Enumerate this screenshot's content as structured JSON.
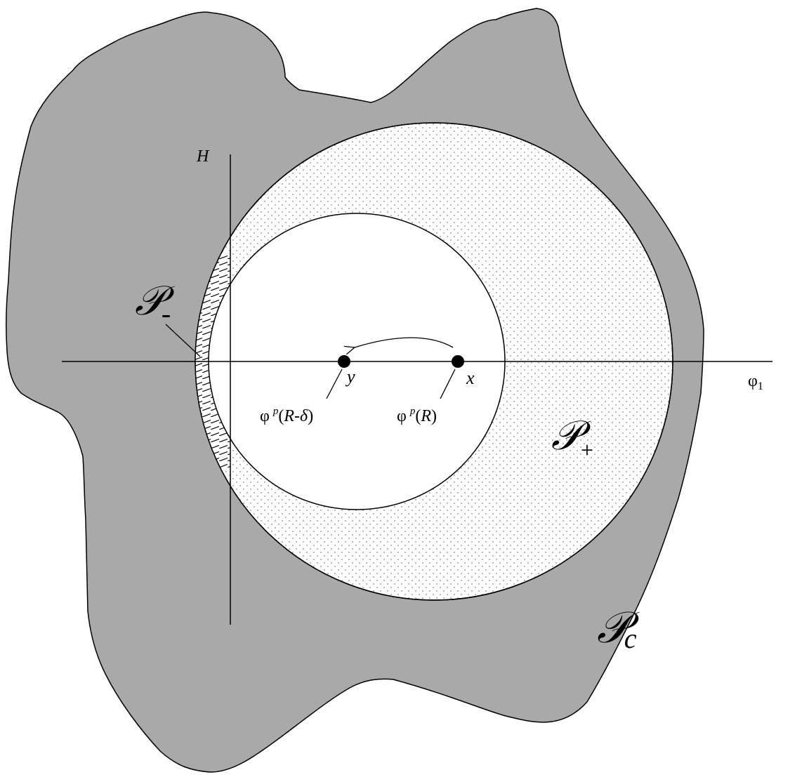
{
  "diagram": {
    "colors": {
      "outer_region": "#a9a9a9",
      "outline": "#000000",
      "dots": "#8a8a8a",
      "inner_disk": "#ffffff"
    },
    "labels": {
      "axis_vertical": "H",
      "axis_horizontal_base": "φ",
      "axis_horizontal_sub": "1",
      "point_y": "y",
      "point_x": "x",
      "annot_y_phi": "φ",
      "annot_y_sup": "p",
      "annot_y_open": "(",
      "annot_y_R": "R",
      "annot_y_minus": "-",
      "annot_y_delta": "δ",
      "annot_y_close": ")",
      "annot_x_phi": "φ",
      "annot_x_sup": "p",
      "annot_x_open": "(",
      "annot_x_R": "R",
      "annot_x_close": ")",
      "region_minus_letter": "𝒫",
      "region_minus_sub": "-",
      "region_plus_letter": "𝒫",
      "region_plus_sub": "+",
      "region_c_letter": "𝒫",
      "region_c_sub": "c"
    }
  }
}
